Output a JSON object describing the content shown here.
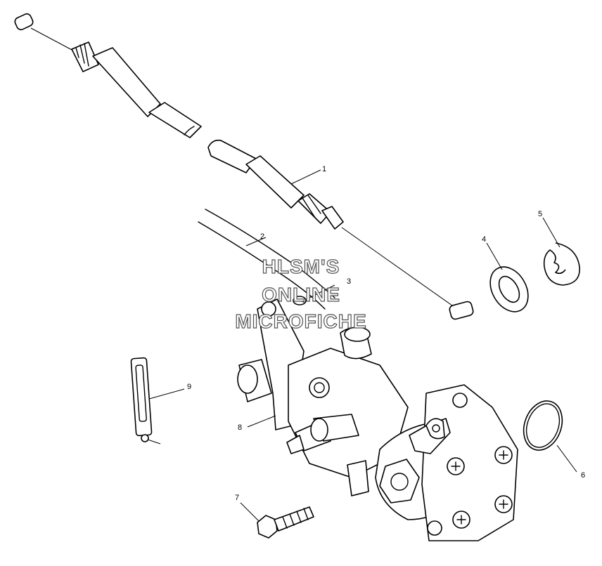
{
  "callouts": [
    {
      "id": "1",
      "text": "1"
    },
    {
      "id": "2",
      "text": "2"
    },
    {
      "id": "3",
      "text": "3"
    },
    {
      "id": "4",
      "text": "4"
    },
    {
      "id": "5",
      "text": "5"
    },
    {
      "id": "6",
      "text": "6"
    },
    {
      "id": "7",
      "text": "7"
    },
    {
      "id": "8",
      "text": "8"
    },
    {
      "id": "9",
      "text": "9"
    }
  ],
  "watermark": {
    "line1": "HLSM'S",
    "line2": "ONLINE",
    "line3": "MICROFICHE"
  }
}
